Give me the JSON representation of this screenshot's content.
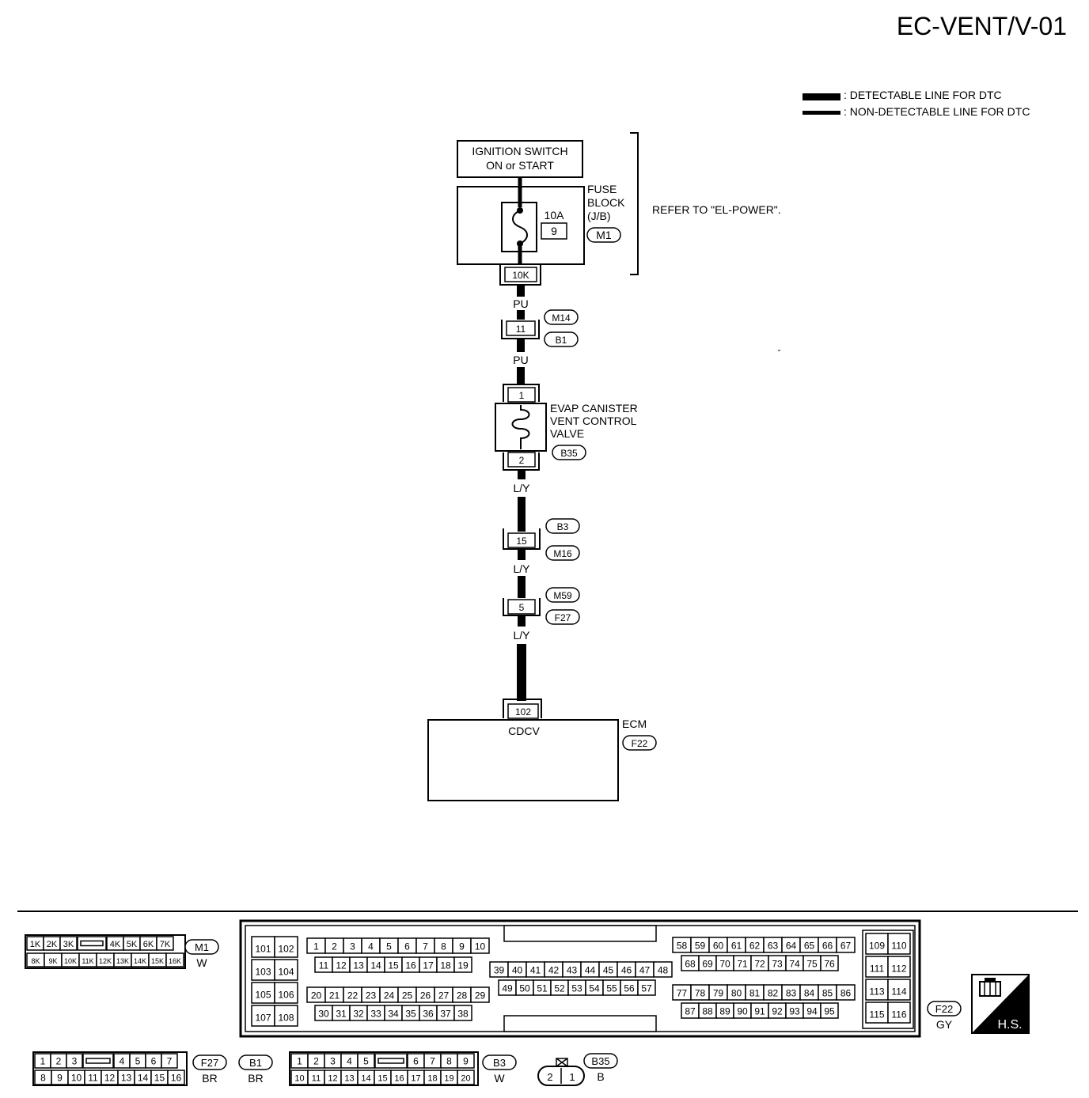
{
  "page_id": "EC-VENT/V-01",
  "legend": {
    "detectable": ": DETECTABLE LINE FOR DTC",
    "non_detectable": ": NON-DETECTABLE LINE FOR DTC"
  },
  "ignition_switch": {
    "line1": "IGNITION SWITCH",
    "line2": "ON or START"
  },
  "fuse_block": {
    "line1": "FUSE",
    "line2": "BLOCK",
    "line3": "(J/B)",
    "fuse_rating": "10A",
    "fuse_number": "9",
    "connector": "M1",
    "terminal": "10K",
    "refer": "REFER TO \"EL-POWER\"."
  },
  "wires": {
    "w1": "PU",
    "w2": "PU",
    "w3": "L/Y",
    "w4": "L/Y",
    "w5": "L/Y"
  },
  "joint1": {
    "terminal": "11",
    "conn_top": "M14",
    "conn_bot": "B1"
  },
  "valve": {
    "name1": "EVAP CANISTER",
    "name2": "VENT CONTROL",
    "name3": "VALVE",
    "pin_top": "1",
    "pin_bot": "2",
    "connector": "B35"
  },
  "joint2": {
    "terminal": "15",
    "conn_top": "B3",
    "conn_bot": "M16"
  },
  "joint3": {
    "terminal": "5",
    "conn_top": "M59",
    "conn_bot": "F27"
  },
  "ecm": {
    "name": "ECM",
    "terminal": "102",
    "signal": "CDCV",
    "connector": "F22"
  },
  "connectors": {
    "m1": {
      "id": "M1",
      "color": "W",
      "row1": [
        "1K",
        "2K",
        "3K",
        "",
        "4K",
        "5K",
        "6K",
        "7K"
      ],
      "row2": [
        "8K",
        "9K",
        "10K",
        "11K",
        "12K",
        "13K",
        "14K",
        "15K",
        "16K"
      ]
    },
    "f22": {
      "id": "F22",
      "color": "GY",
      "g1": [
        "101",
        "102",
        "103",
        "104",
        "105",
        "106",
        "107",
        "108"
      ],
      "r1": [
        "1",
        "2",
        "3",
        "4",
        "5",
        "6",
        "7",
        "8",
        "9",
        "10"
      ],
      "r2": [
        "11",
        "12",
        "13",
        "14",
        "15",
        "16",
        "17",
        "18",
        "19"
      ],
      "r3": [
        "20",
        "21",
        "22",
        "23",
        "24",
        "25",
        "26",
        "27",
        "28",
        "29"
      ],
      "r4": [
        "30",
        "31",
        "32",
        "33",
        "34",
        "35",
        "36",
        "37",
        "38"
      ],
      "m1": [
        "39",
        "40",
        "41",
        "42",
        "43",
        "44",
        "45",
        "46",
        "47",
        "48"
      ],
      "m2": [
        "49",
        "50",
        "51",
        "52",
        "53",
        "54",
        "55",
        "56",
        "57"
      ],
      "q1": [
        "58",
        "59",
        "60",
        "61",
        "62",
        "63",
        "64",
        "65",
        "66",
        "67"
      ],
      "q2": [
        "68",
        "69",
        "70",
        "71",
        "72",
        "73",
        "74",
        "75",
        "76"
      ],
      "q3": [
        "77",
        "78",
        "79",
        "80",
        "81",
        "82",
        "83",
        "84",
        "85",
        "86"
      ],
      "q4": [
        "87",
        "88",
        "89",
        "90",
        "91",
        "92",
        "93",
        "94",
        "95"
      ],
      "g2": [
        "109",
        "110",
        "111",
        "112",
        "113",
        "114",
        "115",
        "116"
      ]
    },
    "f27": {
      "id": "F27",
      "color": "BR",
      "row1": [
        "1",
        "2",
        "3",
        "",
        "4",
        "5",
        "6",
        "7"
      ],
      "row2": [
        "8",
        "9",
        "10",
        "11",
        "12",
        "13",
        "14",
        "15",
        "16"
      ]
    },
    "b1": {
      "id": "B1",
      "color": "BR"
    },
    "b3": {
      "id": "B3",
      "color": "W",
      "row1": [
        "1",
        "2",
        "3",
        "4",
        "5",
        "",
        "6",
        "7",
        "8",
        "9"
      ],
      "row2": [
        "10",
        "11",
        "12",
        "13",
        "14",
        "15",
        "16",
        "17",
        "18",
        "19",
        "20"
      ]
    },
    "b35": {
      "id": "B35",
      "color": "B",
      "pins": [
        "2",
        "1"
      ]
    }
  },
  "hs_badge": "H.S."
}
